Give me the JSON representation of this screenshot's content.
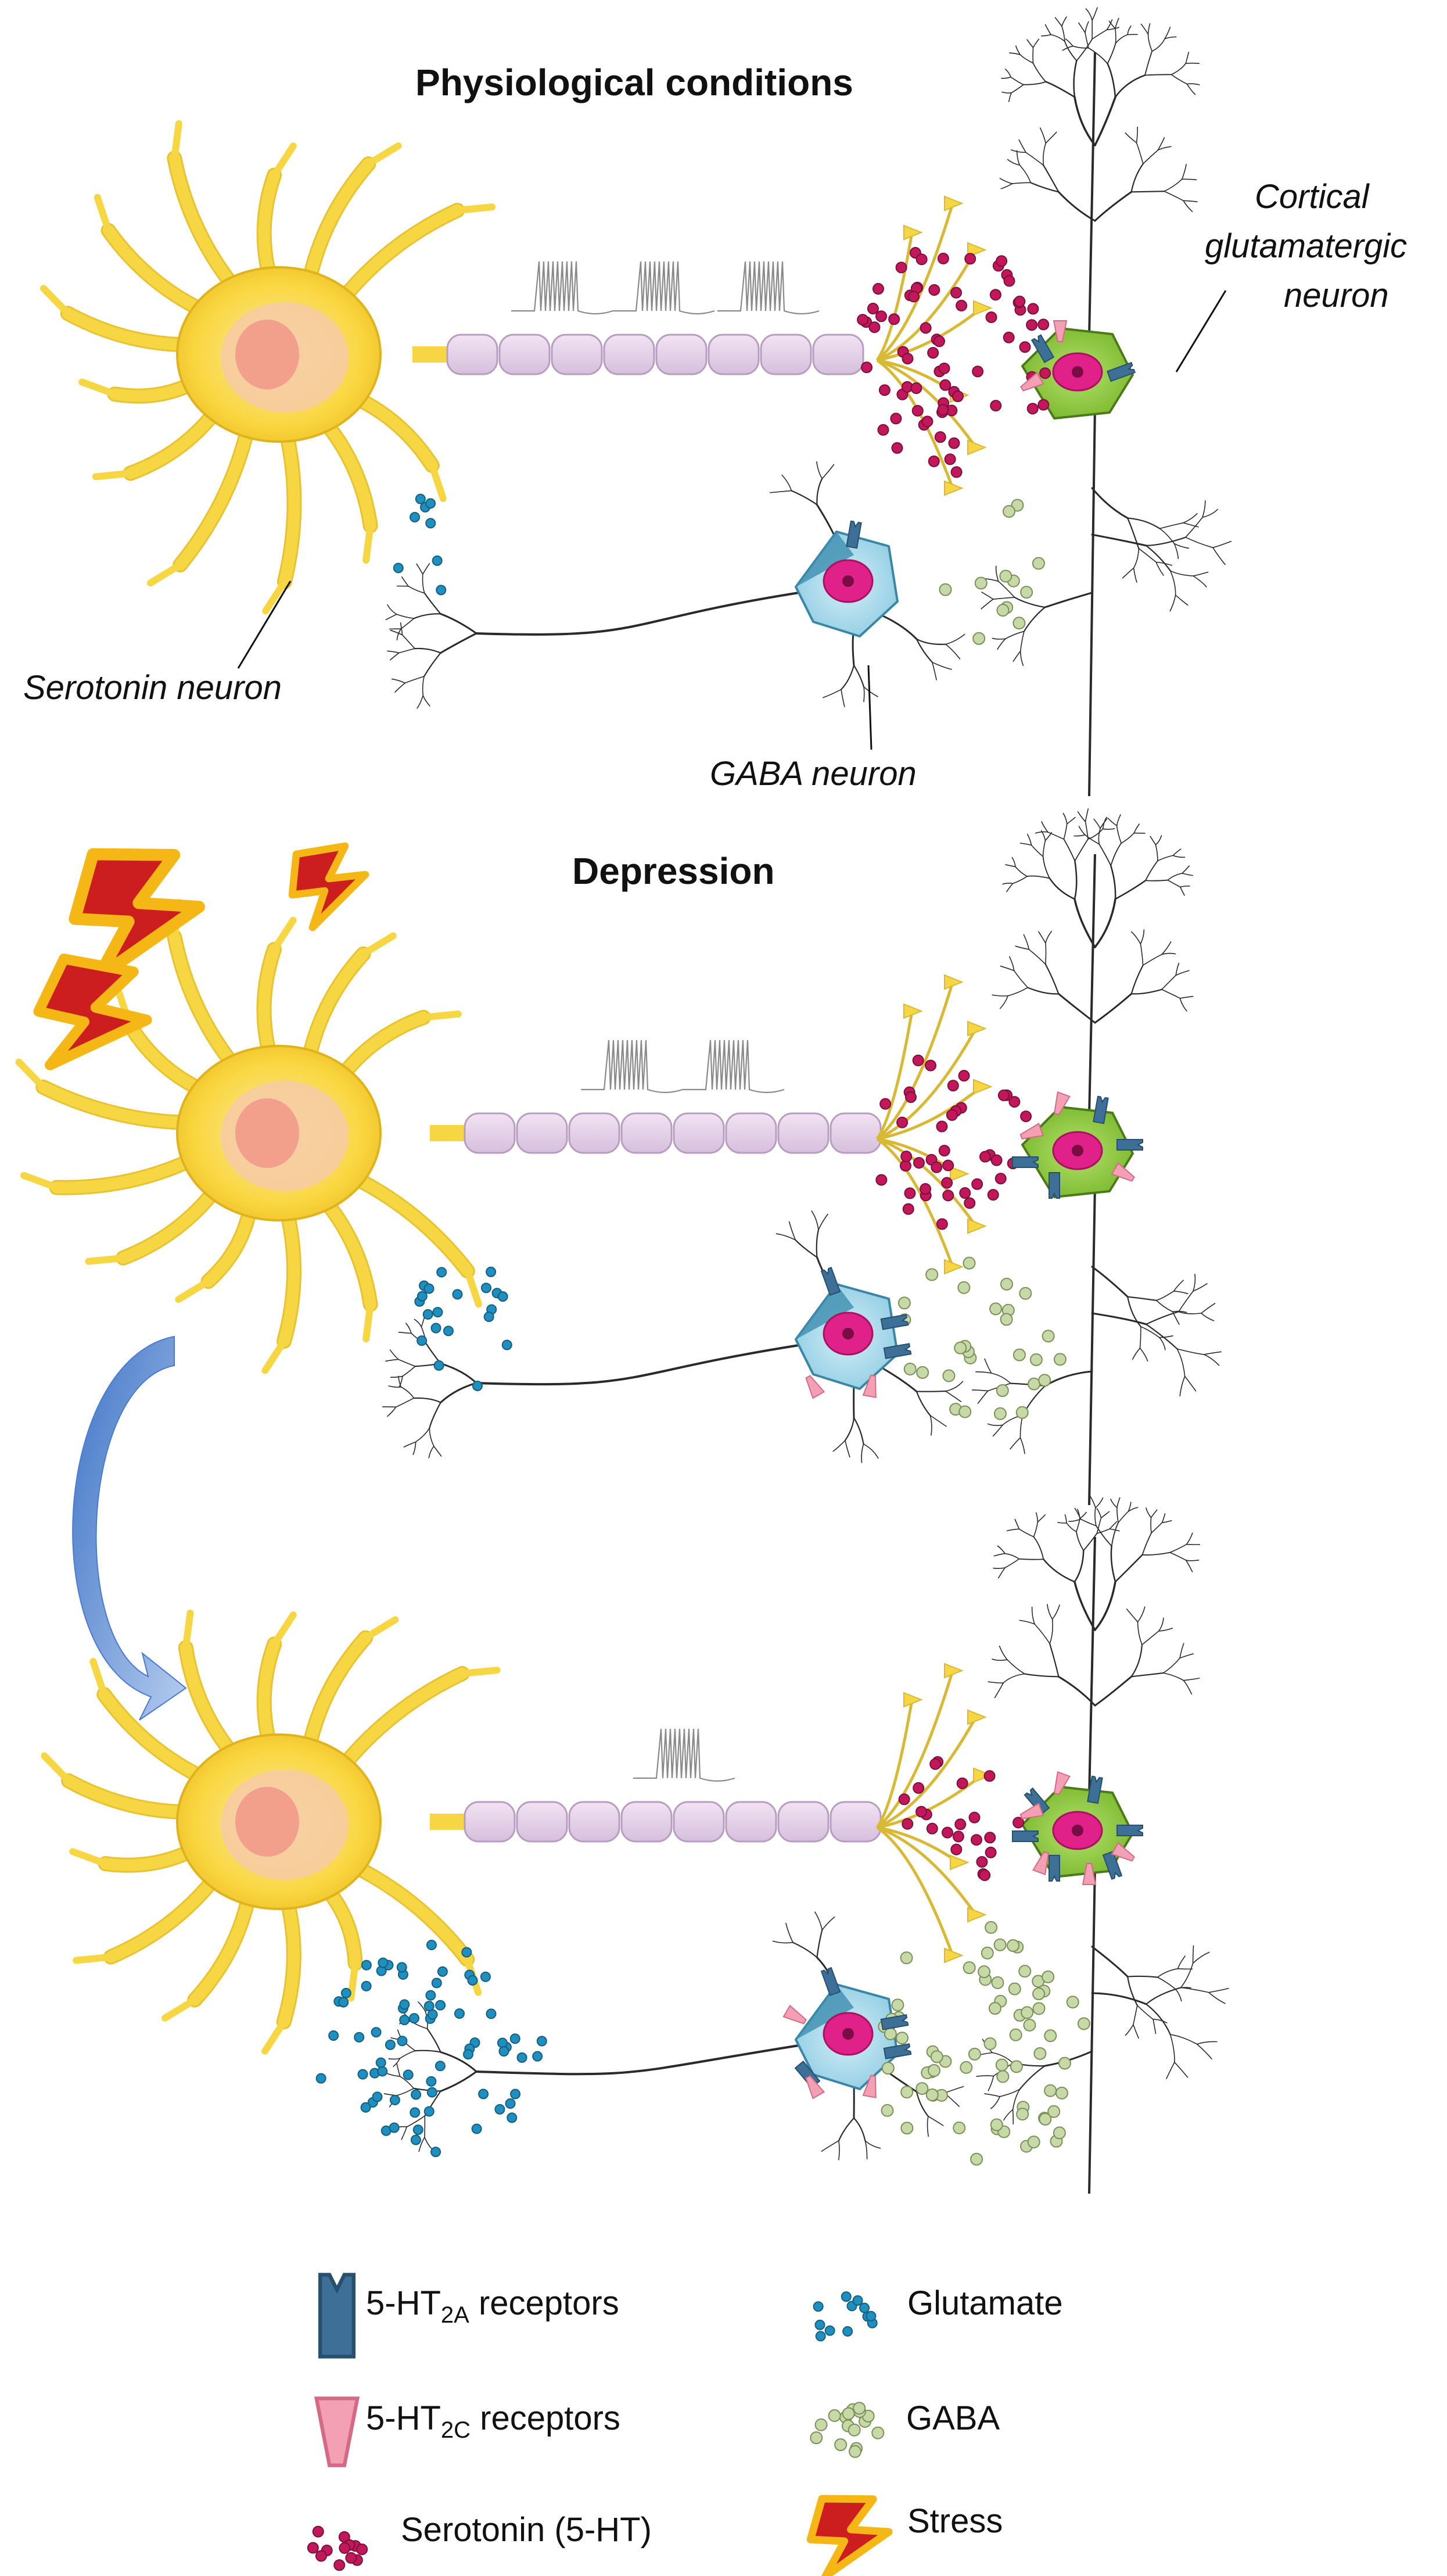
{
  "titles": {
    "physiological": "Physiological conditions",
    "depression": "Depression"
  },
  "labels": {
    "serotonin_neuron": "Serotonin neuron",
    "gaba_neuron": "GABA neuron",
    "cortical_line1": "Cortical",
    "cortical_line2": "glutamatergic",
    "cortical_line3": "neuron"
  },
  "legend": {
    "ht2a_pre": "5-HT",
    "ht2a_sub": "2A",
    "ht2a_post": " receptors",
    "ht2c_pre": "5-HT",
    "ht2c_sub": "2C",
    "ht2c_post": " receptors",
    "serotonin": "Serotonin (5-HT)",
    "glutamate": "Glutamate",
    "gaba": "GABA",
    "stress": "Stress"
  },
  "colors": {
    "serotonin_neuron": "#f6d743",
    "glutamatergic_neuron": "#8cc63f",
    "gaba_neuron": "#6ab8d6",
    "nucleus": "#e0218a",
    "serotonin": "#c2185b",
    "glutamate": "#1f8fc0",
    "gaba": "#c8d9a8",
    "ht2a_receptor": "#3d6f97",
    "ht2c_receptor": "#f4a0b4",
    "stress": "#cc1e1e",
    "arrow": "#5b8fd6"
  },
  "icons": {
    "stress": "lightning-bolt-icon",
    "arrow": "curved-arrow-icon"
  }
}
